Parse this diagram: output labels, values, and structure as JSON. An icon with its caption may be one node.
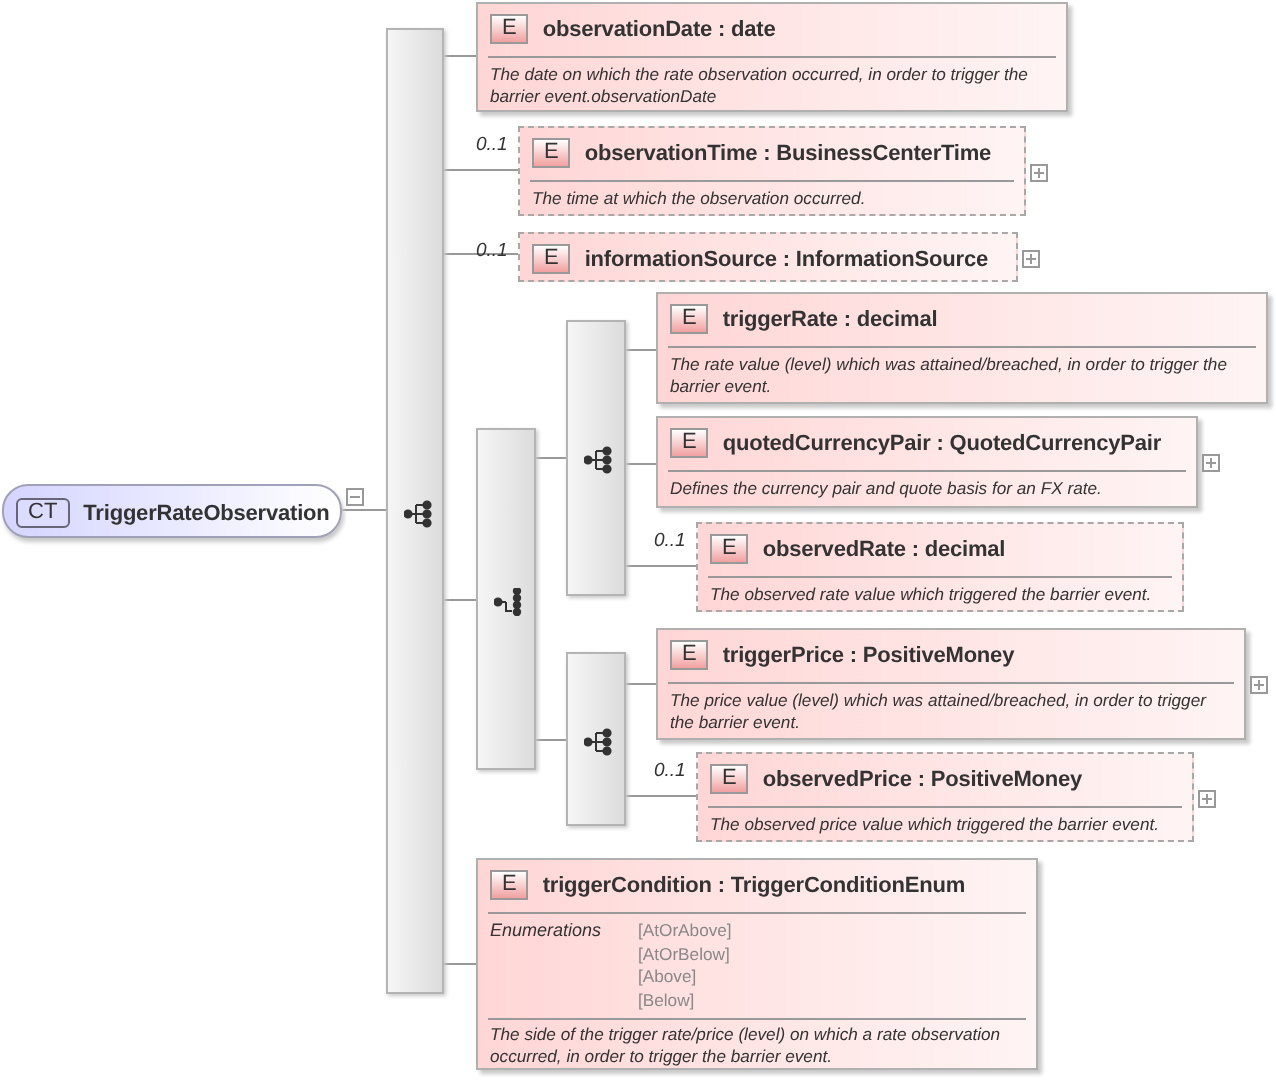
{
  "diagram": {
    "nodes": [
      {
        "text": [
          "CT",
          "TriggerRateObservation"
        ]
      },
      {
        "text": [],
        "shape": "bar"
      },
      {
        "text": [
          "E",
          "observationDate : date",
          "The date on which the rate observation occurred, in order to trigger the barrier event.observationDate"
        ]
      },
      {
        "text": [
          "E",
          "observationTime : BusinessCenterTime",
          "The time at which the observation occurred."
        ],
        "beside": [
          "0..1"
        ]
      },
      {
        "text": [
          "E",
          "informationSource : InformationSource"
        ],
        "beside": [
          "0..1"
        ]
      },
      {
        "text": [],
        "shape": "bar"
      },
      {
        "text": [],
        "shape": "bar"
      },
      {
        "text": [
          "E",
          "triggerRate : decimal",
          "The rate value (level) which was attained/breached, in order to trigger the barrier event."
        ]
      },
      {
        "text": [
          "E",
          "quotedCurrencyPair : QuotedCurrencyPair",
          "Defines the currency pair and quote basis for an FX rate."
        ]
      },
      {
        "text": [
          "E",
          "observedRate : decimal",
          "The observed rate value which triggered the barrier event."
        ],
        "beside": [
          "0..1"
        ]
      },
      {
        "text": [],
        "shape": "bar"
      },
      {
        "text": [
          "E",
          "triggerPrice : PositiveMoney",
          "The price value (level) which was attained/breached, in order to trigger the barrier event."
        ]
      },
      {
        "text": [
          "E",
          "observedPrice : PositiveMoney",
          "The observed price value which triggered the barrier event."
        ],
        "beside": [
          "0..1"
        ]
      },
      {
        "text": [
          "E",
          "triggerCondition : TriggerConditionEnum",
          "Enumerations",
          "[AtOrAbove]",
          "[AtOrBelow]",
          "[Above]",
          "[Below]",
          "The side of the trigger rate/price (level) on which a rate observation occurred, in order to trigger the barrier event."
        ]
      }
    ],
    "edges": [
      {
        "from": 0,
        "to": 1,
        "arrow": "none"
      },
      {
        "from": 1,
        "to": 2,
        "arrow": "none"
      },
      {
        "from": 1,
        "to": 3,
        "arrow": "none"
      },
      {
        "from": 1,
        "to": 4,
        "arrow": "none"
      },
      {
        "from": 1,
        "to": 5,
        "arrow": "none"
      },
      {
        "from": 5,
        "to": 6,
        "arrow": "none"
      },
      {
        "from": 6,
        "to": 7,
        "arrow": "none"
      },
      {
        "from": 6,
        "to": 8,
        "arrow": "none"
      },
      {
        "from": 6,
        "to": 9,
        "arrow": "none"
      },
      {
        "from": 5,
        "to": 10,
        "arrow": "none"
      },
      {
        "from": 10,
        "to": 11,
        "arrow": "none"
      },
      {
        "from": 10,
        "to": 12,
        "arrow": "none"
      },
      {
        "from": 1,
        "to": 13,
        "arrow": "none"
      }
    ]
  }
}
